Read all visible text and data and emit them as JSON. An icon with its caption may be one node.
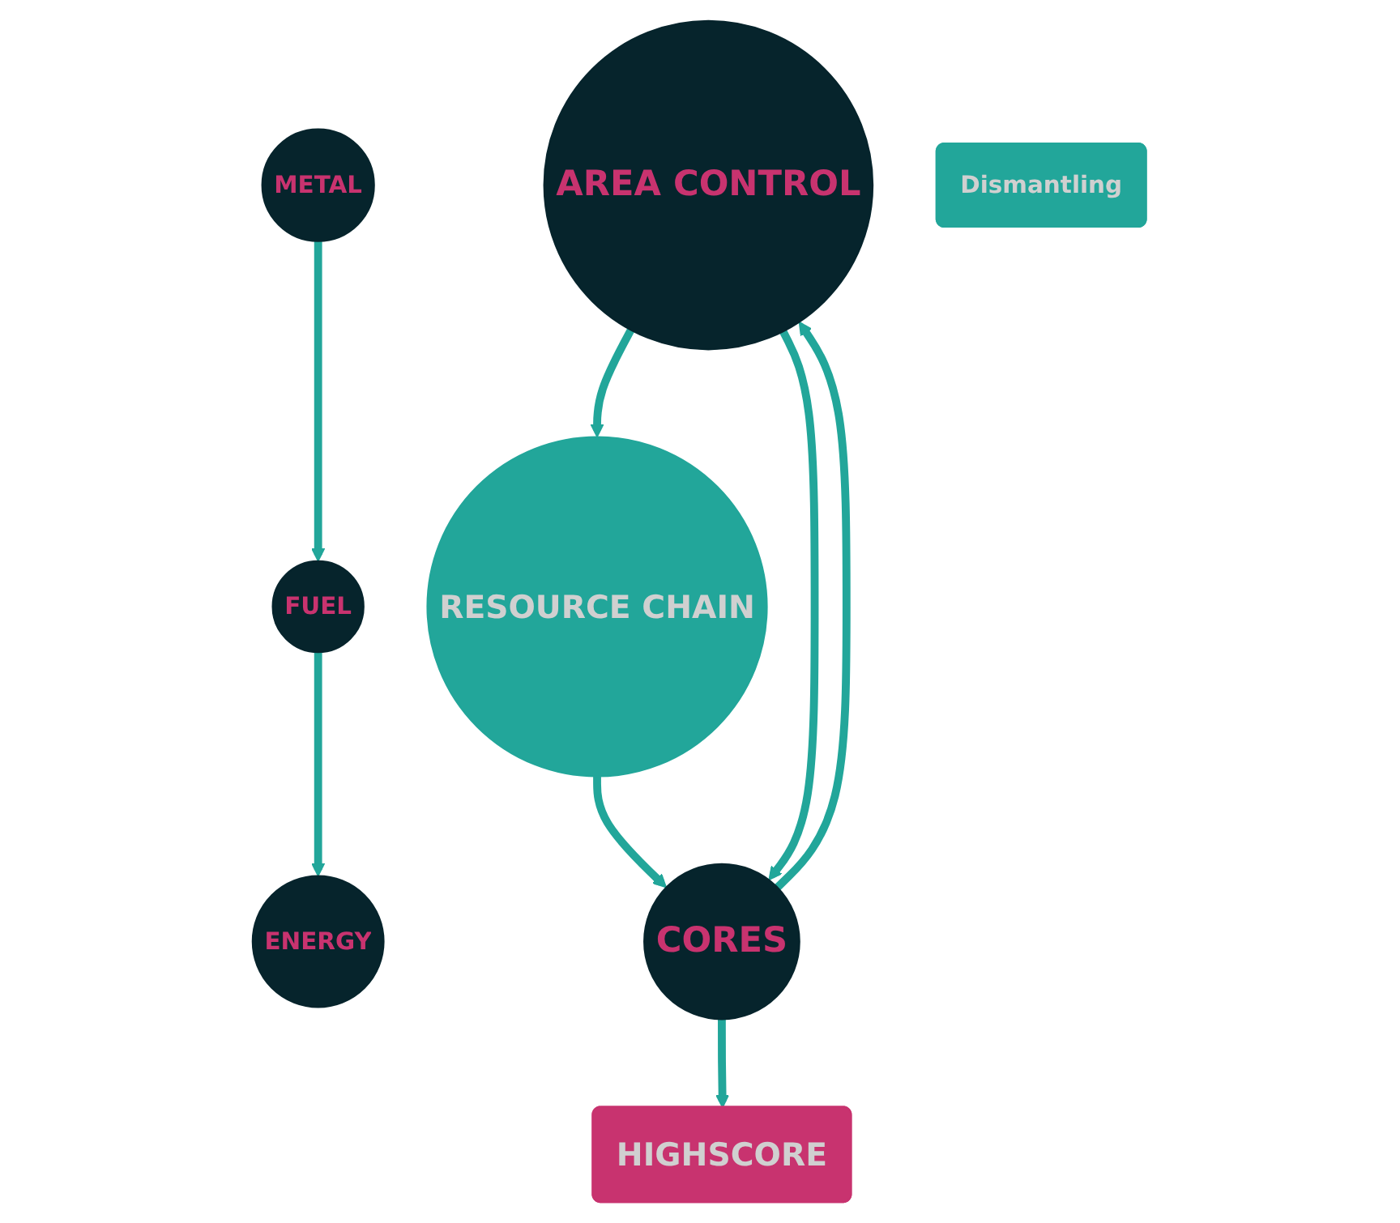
{
  "diagram": {
    "nodes": [
      {
        "text": [
          "AREA CONTROL"
        ]
      },
      {
        "text": [
          "RESOURCE CHAIN"
        ]
      },
      {
        "text": [
          "METAL"
        ]
      },
      {
        "text": [
          "FUEL"
        ]
      },
      {
        "text": [
          "ENERGY"
        ]
      },
      {
        "text": [
          "CORES"
        ]
      },
      {
        "text": [
          "Dismantling"
        ]
      },
      {
        "text": [
          "HIGHSCORE"
        ]
      }
    ],
    "edges": [
      {
        "from": 0,
        "to": 1,
        "arrow": "to"
      },
      {
        "from": 2,
        "to": 3,
        "arrow": "to"
      },
      {
        "from": 3,
        "to": 4,
        "arrow": "to"
      },
      {
        "from": 1,
        "to": 5,
        "arrow": "to"
      },
      {
        "from": 5,
        "to": 0,
        "arrow": "to"
      },
      {
        "from": 0,
        "to": 5,
        "arrow": "to"
      },
      {
        "from": 5,
        "to": 7,
        "arrow": "to"
      }
    ]
  }
}
